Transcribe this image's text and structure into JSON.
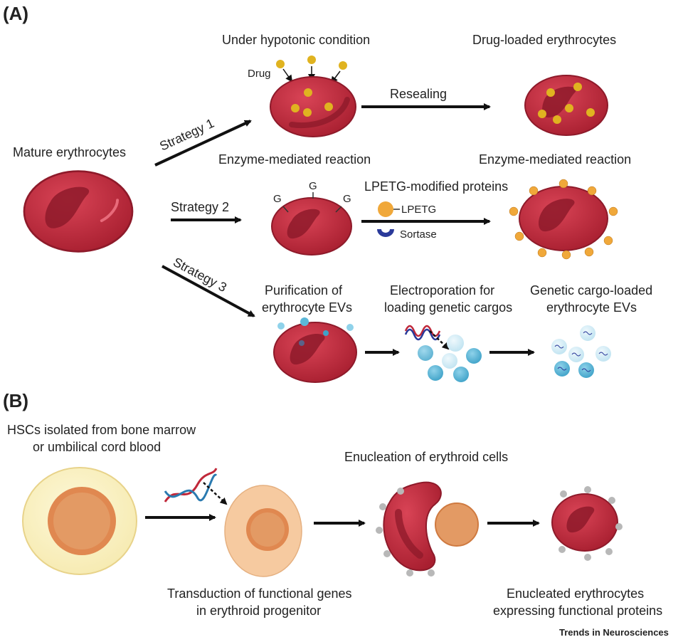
{
  "panel_a": {
    "label": "(A)",
    "mature": "Mature erythrocytes",
    "strategy1": {
      "arrow_label": "Strategy 1",
      "heading": "Under hypotonic condition",
      "drug": "Drug",
      "resealing": "Resealing",
      "result": "Drug-loaded erythrocytes"
    },
    "strategy2": {
      "arrow_label": "Strategy 2",
      "heading_left": "Enzyme-mediated reaction",
      "heading_right": "Enzyme-mediated reaction",
      "g": "G",
      "proteins": "LPETG-modified proteins",
      "lpetg": "LPETG",
      "sortase": "Sortase"
    },
    "strategy3": {
      "arrow_label": "Strategy 3",
      "purif_l1": "Purification of",
      "purif_l2": "erythrocyte EVs",
      "electro_l1": "Electroporation for",
      "electro_l2": "loading genetic cargos",
      "loaded_l1": "Genetic cargo-loaded",
      "loaded_l2": "erythrocyte EVs"
    }
  },
  "panel_b": {
    "label": "(B)",
    "hsc_l1": "HSCs isolated from bone marrow",
    "hsc_l2": "or umbilical cord blood",
    "enucleation": "Enucleation of erythroid cells",
    "transd_l1": "Transduction of functional genes",
    "transd_l2": "in erythroid progenitor",
    "enuc_l1": "Enucleated erythrocytes",
    "enuc_l2": "expressing functional proteins"
  },
  "credit": "Trends in Neurosciences",
  "colors": {
    "rbc": "#c0283a",
    "rbc_dark": "#8e1a2a",
    "drug": "#e0b320",
    "lpetg": "#f0a83a",
    "sortase": "#2a3a9a",
    "ev": "#5bb7d8",
    "hsc_outer": "#fbf3c2",
    "hsc_nucleus": "#e08850",
    "progenitor": "#f6caa0",
    "grey_protein": "#b8b8b8"
  }
}
